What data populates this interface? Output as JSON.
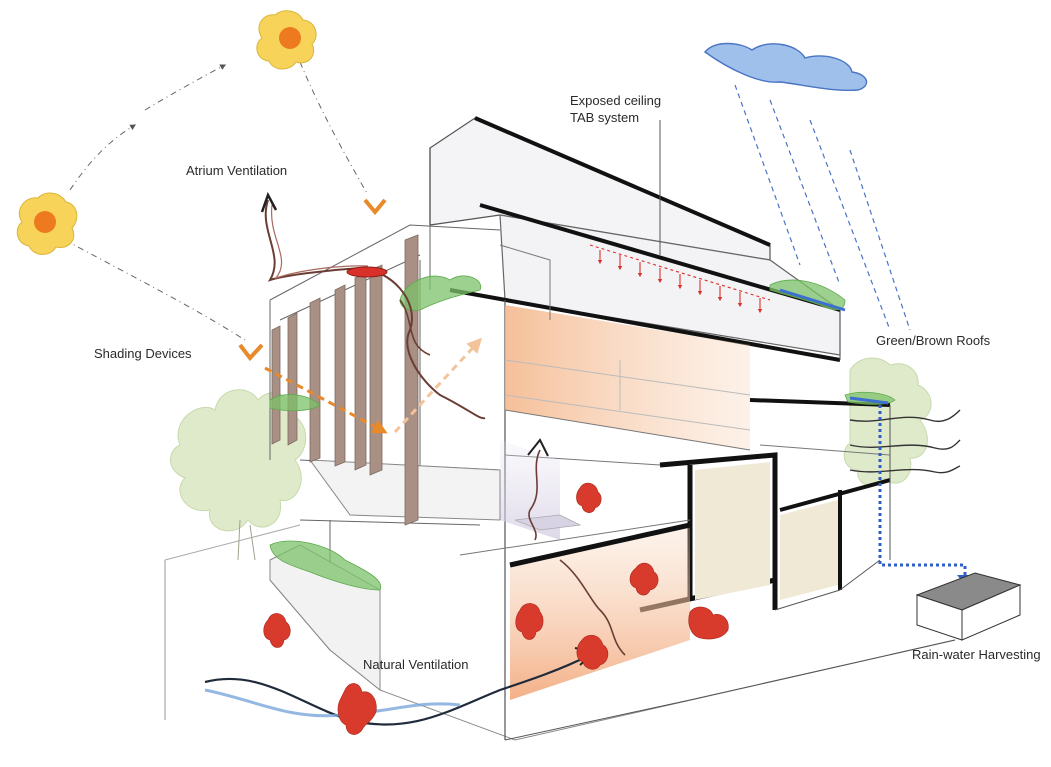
{
  "labels": {
    "exposed_ceiling_line1": "Exposed ceiling",
    "exposed_ceiling_line2": "TAB system",
    "atrium_ventilation": "Atrium Ventilation",
    "shading_devices": "Shading Devices",
    "green_brown_roofs": "Green/Brown Roofs",
    "natural_ventilation": "Natural Ventilation",
    "rain_water_harvesting": "Rain-water Harvesting"
  },
  "icons": [
    "sun-icon",
    "cloud-icon",
    "rain-icon",
    "tree-icon",
    "person-icon",
    "water-tank-icon",
    "wind-flow-icon"
  ],
  "colors": {
    "sun_outer": "#f7d35a",
    "sun_inner": "#ee7a1f",
    "cloud": "#7aa6dc",
    "rain": "#4a74c4",
    "greenery": "#7cc26a",
    "tree": "#dfeacb",
    "fin": "#a89084",
    "warm_interior": "#f2b98c",
    "people": "#d83a2c",
    "sun_arrow": "#e8892a",
    "water_pipe": "#2f5fc4"
  }
}
